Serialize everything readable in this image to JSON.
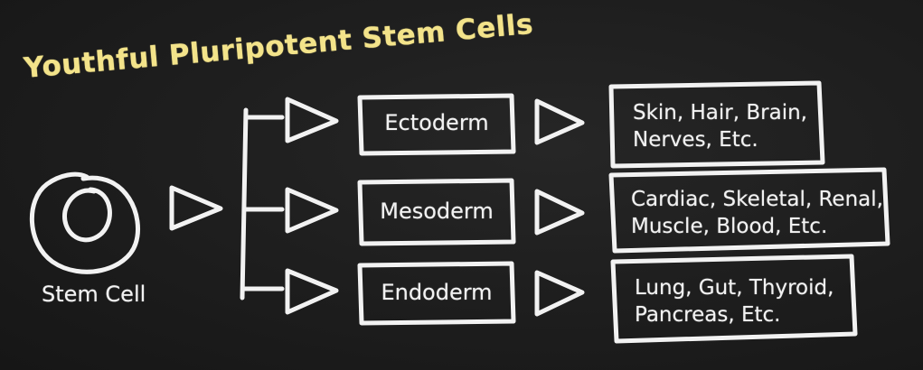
{
  "title": "Youthful Pluripotent Stem Cells",
  "stem_cell_label": "Stem Cell",
  "germ_layers": [
    {
      "label": "Ectoderm",
      "outcome": [
        "Skin, Hair, Brain,",
        "Nerves, Etc."
      ]
    },
    {
      "label": "Mesoderm",
      "outcome": [
        "Cardiac, Skeletal, Renal,",
        "Muscle, Blood, Etc."
      ]
    },
    {
      "label": "Endoderm",
      "outcome": [
        "Lung, Gut, Thyroid,",
        "Pancreas, Etc."
      ]
    }
  ],
  "colors": {
    "chalk": "#f2f2f2",
    "title": "#f3e38a",
    "board": "#1c1c1c"
  }
}
